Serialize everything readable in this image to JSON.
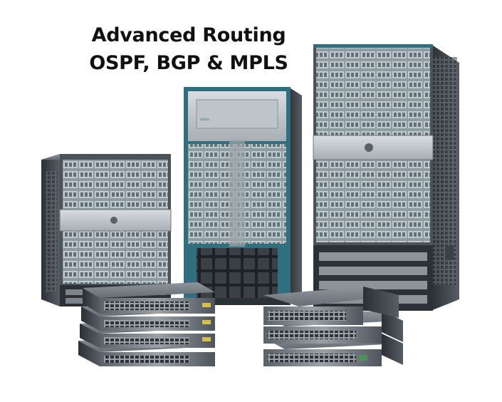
{
  "headline": {
    "line1": "Advanced Routing",
    "line2": "OSPF, BGP & MPLS"
  },
  "colors": {
    "chassis_dark": "#3a4046",
    "chassis_mid": "#6d747b",
    "chassis_light": "#b9bfc4",
    "bezel_teal": "#2f6f80",
    "background": "#ffffff"
  },
  "objects": [
    "left-chassis",
    "center-chassis",
    "right-chassis",
    "left-switch-stack",
    "right-switch-stack"
  ]
}
